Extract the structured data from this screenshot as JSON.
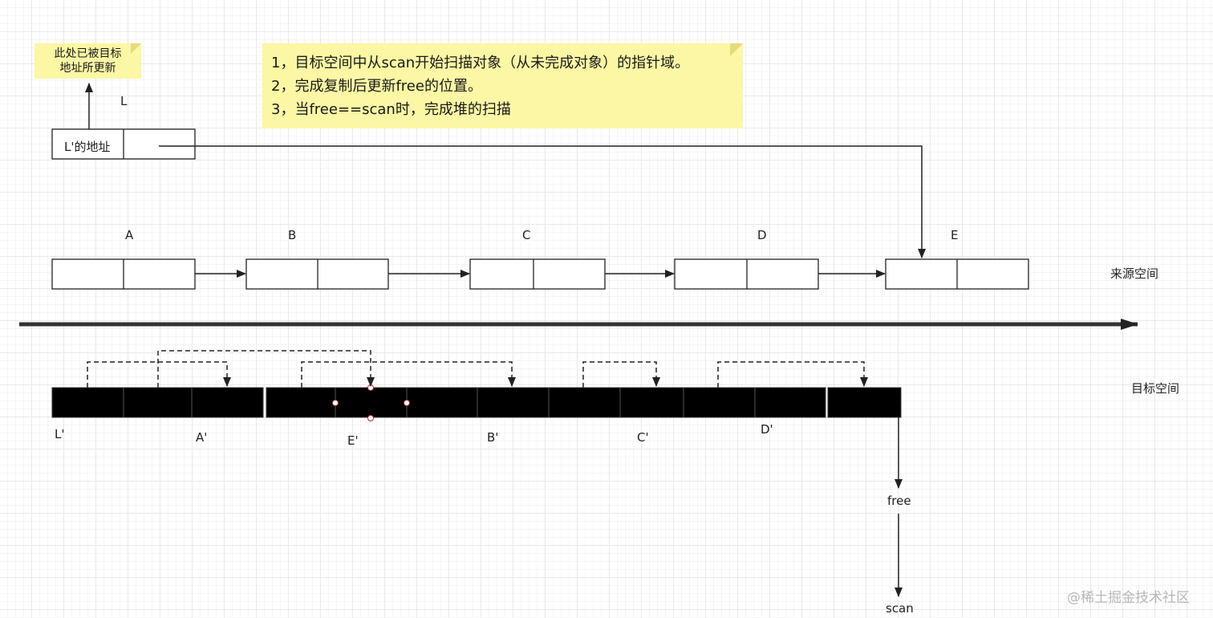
{
  "notes": {
    "main": {
      "lines": [
        "1，目标空间中从scan开始扫描对象（从未完成对象）的指针域。",
        "2，完成复制后更新free的位置。",
        "3，当free==scan时，完成堆的扫描"
      ]
    },
    "small": {
      "lines": [
        "此处已被目标",
        "地址所更新"
      ]
    }
  },
  "from_space": {
    "label": "来源空间",
    "object_labels": [
      "A",
      "B",
      "C",
      "D",
      "E"
    ]
  },
  "to_space": {
    "label": "目标空间",
    "object_labels": [
      "L'",
      "A'",
      "E'",
      "B'",
      "C'",
      "D'"
    ]
  },
  "forwarding": {
    "object_label": "L",
    "cell_text": "L'的地址"
  },
  "pointers": {
    "free": "free",
    "scan": "scan"
  },
  "colors": {
    "note_fill": "#fbf7a4",
    "note_fold": "#e3dc7c",
    "block_fill": "#000000",
    "box_stroke": "#222222",
    "grid_line": "#e9e9e9",
    "watermark": "#b8b8b8"
  },
  "watermark": "@稀土掘金技术社区"
}
